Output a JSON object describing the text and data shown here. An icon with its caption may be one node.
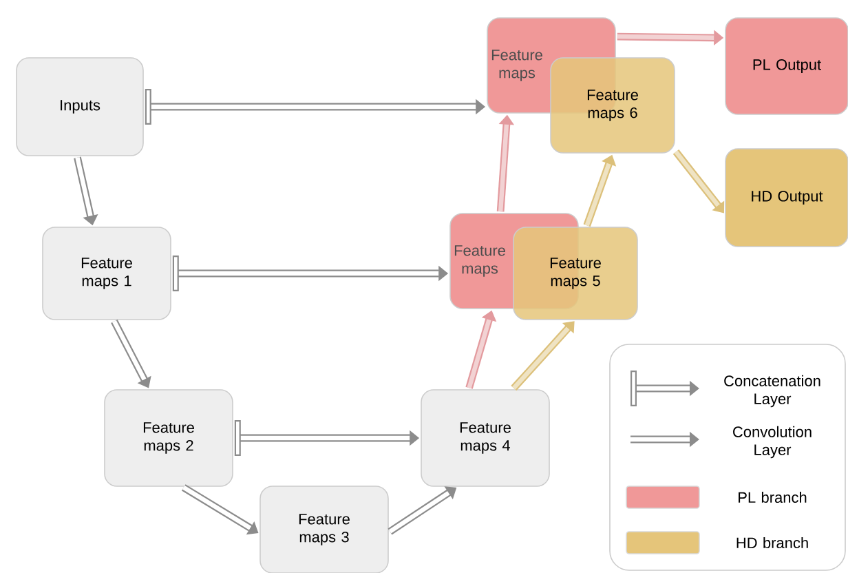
{
  "diagram": {
    "nodes": [
      {
        "text": [
          "Inputs"
        ]
      },
      {
        "text": [
          "Feature maps 1"
        ]
      },
      {
        "text": [
          "Feature maps 2"
        ]
      },
      {
        "text": [
          "Feature maps 3"
        ]
      },
      {
        "text": [
          "Feature maps 4"
        ]
      },
      {
        "text": [
          "Feature maps"
        ]
      },
      {
        "text": [
          "Feature maps 5"
        ]
      },
      {
        "text": [
          "Feature maps"
        ]
      },
      {
        "text": [
          "Feature maps 6"
        ]
      },
      {
        "text": [
          "PL Output"
        ]
      },
      {
        "text": [
          "HD Output"
        ]
      }
    ],
    "edges": [
      {
        "from": 0,
        "to": 1,
        "arrow": "to"
      },
      {
        "from": 1,
        "to": 2,
        "arrow": "to"
      },
      {
        "from": 2,
        "to": 3,
        "arrow": "to"
      },
      {
        "from": 3,
        "to": 4,
        "arrow": "to"
      },
      {
        "from": 4,
        "to": 5,
        "arrow": "to",
        "color": "#e39a9e"
      },
      {
        "from": 4,
        "to": 6,
        "arrow": "to",
        "color": "#dcc07a"
      },
      {
        "from": 5,
        "to": 7,
        "arrow": "to",
        "color": "#e39a9e"
      },
      {
        "from": 6,
        "to": 8,
        "arrow": "to",
        "color": "#dcc07a"
      },
      {
        "from": 7,
        "to": 9,
        "arrow": "to",
        "color": "#e39a9e"
      },
      {
        "from": 8,
        "to": 10,
        "arrow": "to",
        "color": "#dcc07a"
      },
      {
        "from": 0,
        "to": 7,
        "arrow": "to"
      },
      {
        "from": 1,
        "to": 5,
        "arrow": "to"
      },
      {
        "from": 2,
        "to": 4,
        "arrow": "to"
      }
    ],
    "legend": [
      {
        "text": "Concatenation Layer"
      },
      {
        "text": "Convolution Layer"
      },
      {
        "text": "PL branch",
        "color": "#f09898"
      },
      {
        "text": "HD branch",
        "color": "#e5c57a"
      }
    ]
  }
}
